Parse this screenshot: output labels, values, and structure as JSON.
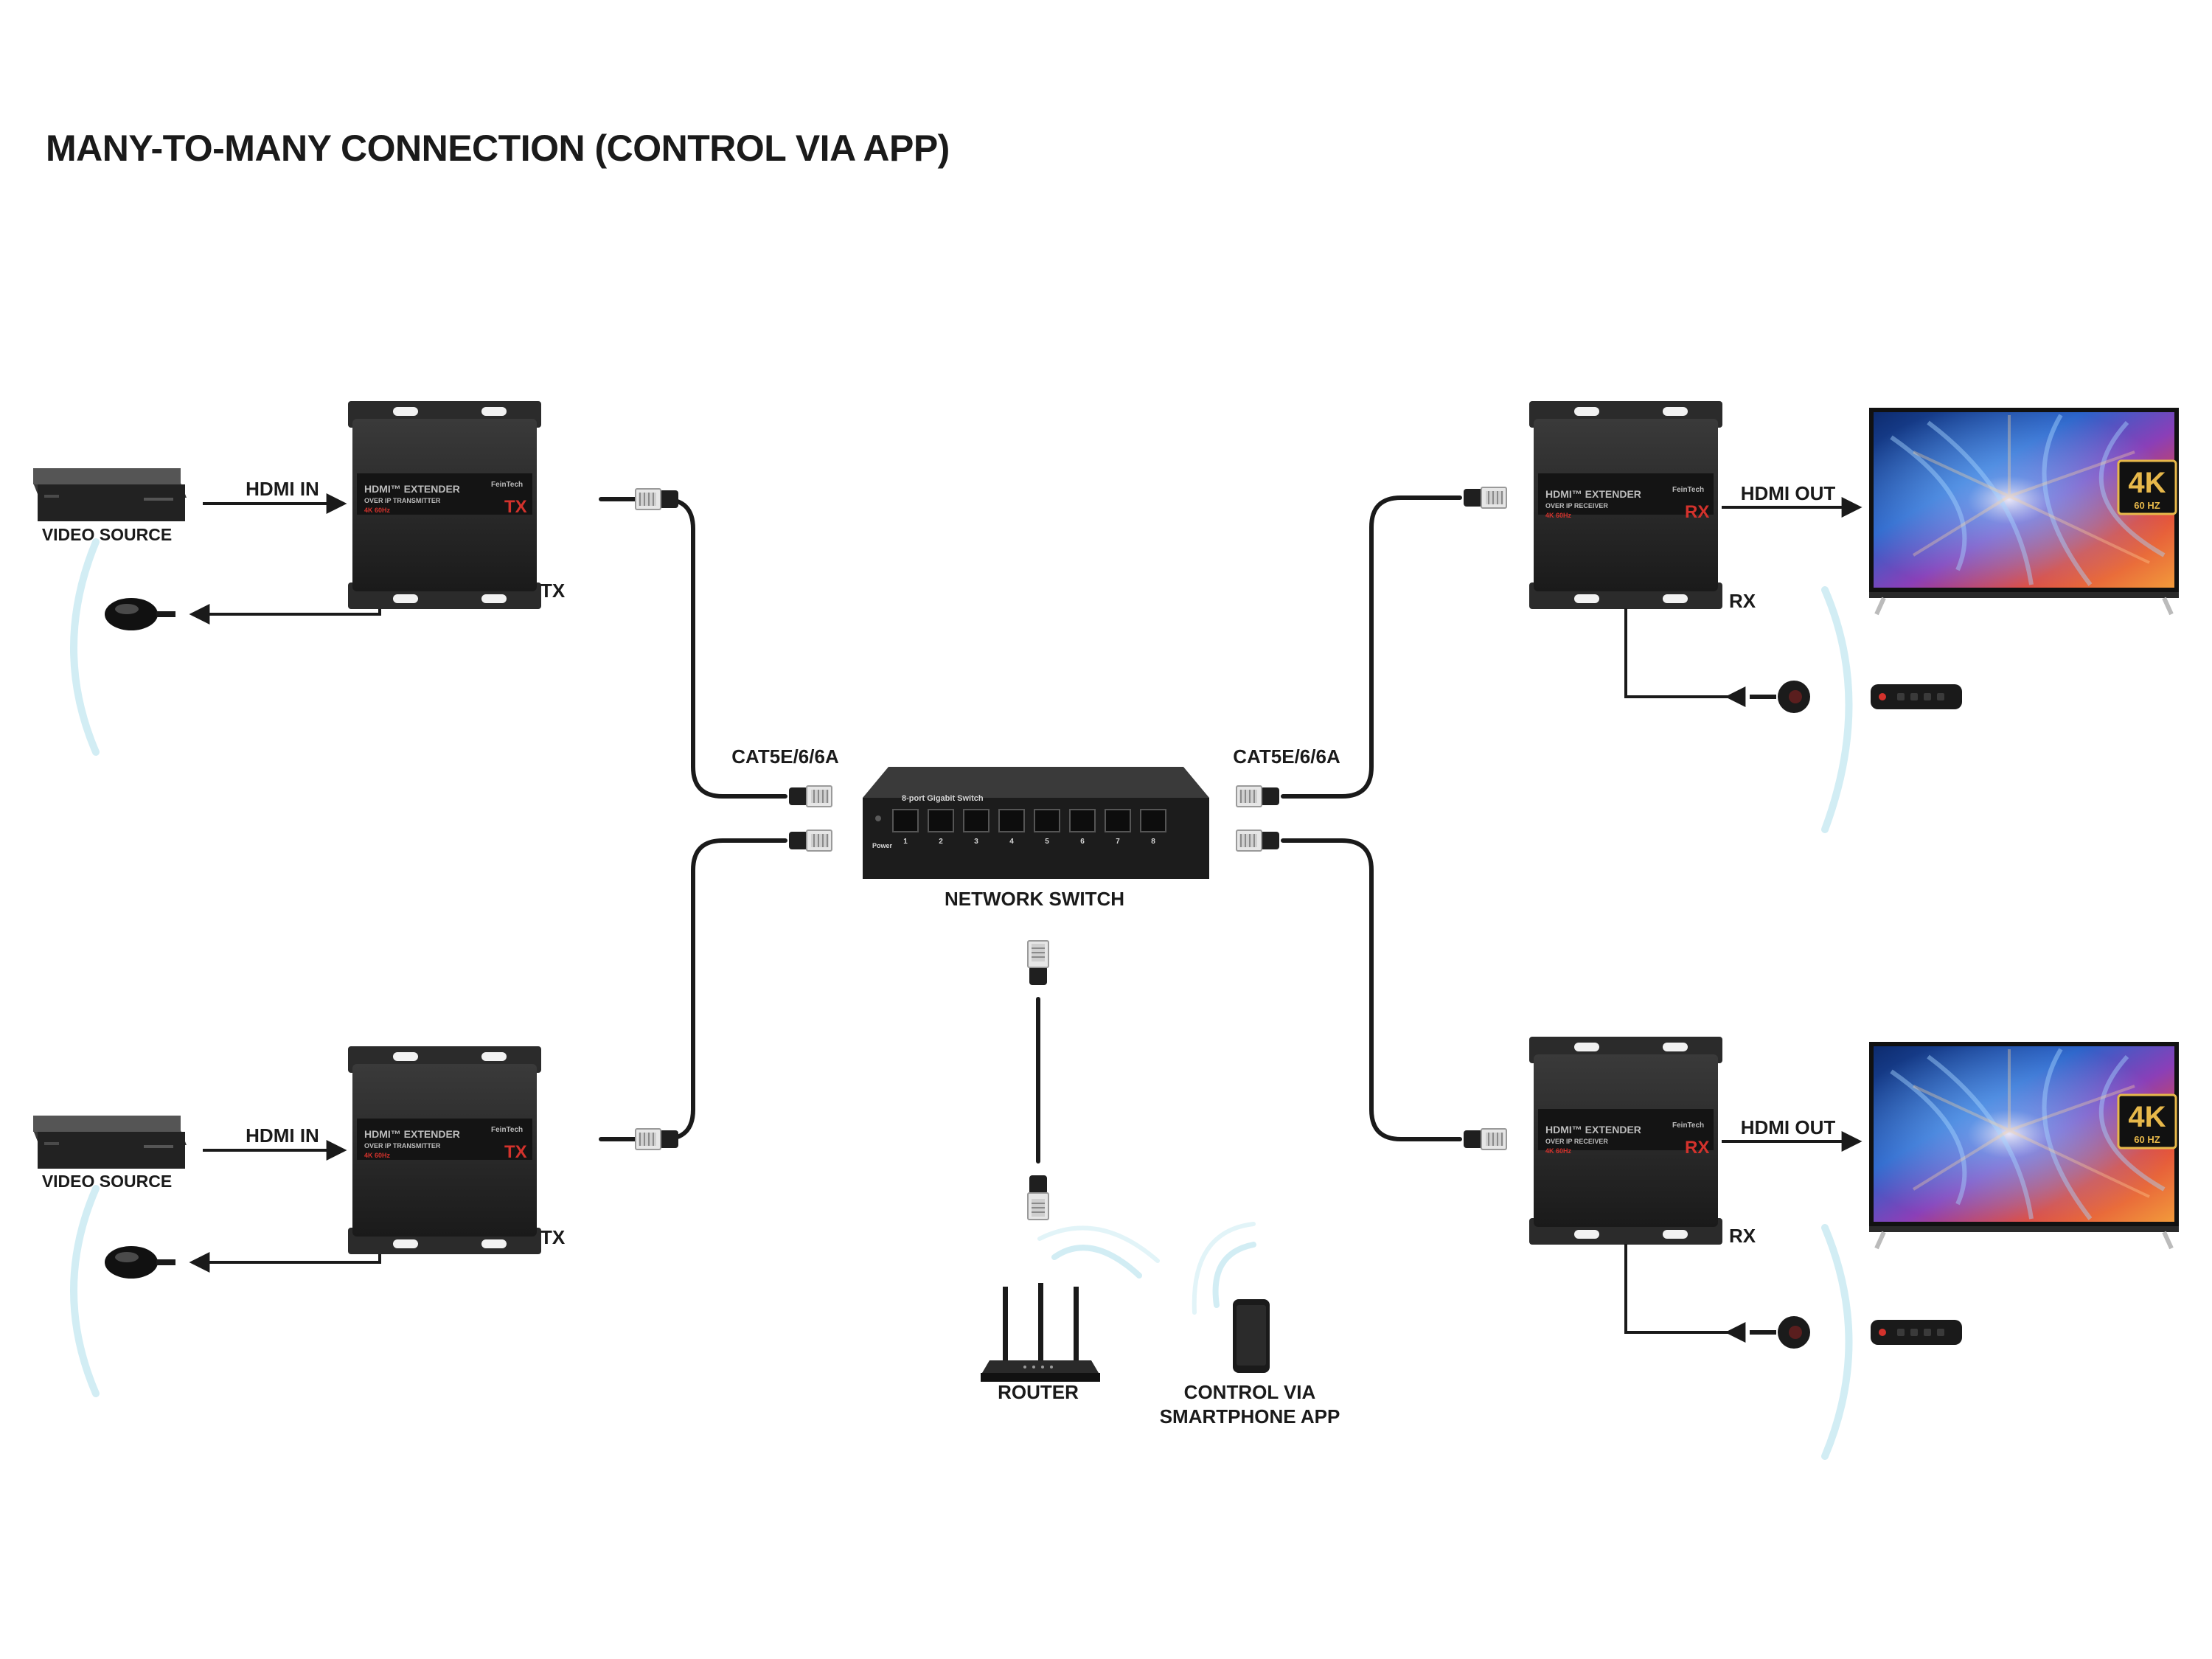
{
  "title": "MANY-TO-MANY CONNECTION (CONTROL VIA APP)",
  "labels": {
    "hdmi_in": "HDMI IN",
    "hdmi_out": "HDMI OUT",
    "video_source": "VIDEO SOURCE",
    "tx": "TX",
    "rx": "RX",
    "cable": "CAT5E/6/6A",
    "network_switch": "NETWORK SWITCH",
    "router": "ROUTER",
    "control_line1": "CONTROL VIA",
    "control_line2": "SMARTPHONE APP"
  },
  "transmitter": {
    "name": "HDMI™ EXTENDER",
    "subtitle": "OVER IP TRANSMITTER",
    "spec": "4K 60Hz",
    "brand": "FeinTech",
    "badge": "TX"
  },
  "receiver": {
    "name": "HDMI™ EXTENDER",
    "subtitle": "OVER IP RECEIVER",
    "spec": "4K 60Hz",
    "brand": "FeinTech",
    "badge": "RX"
  },
  "switch": {
    "name": "8-port Gigabit Switch",
    "power_label": "Power",
    "ports": [
      "1",
      "2",
      "3",
      "4",
      "5",
      "6",
      "7",
      "8"
    ]
  },
  "tv_badge": {
    "main": "4K",
    "sub": "60 HZ"
  },
  "colors": {
    "device_body": "#262626",
    "accent_red": "#d3322c",
    "cable": "#1a1a1a",
    "signal_wave": "#bfe6f0",
    "badge_gold": "#e7b84a"
  }
}
